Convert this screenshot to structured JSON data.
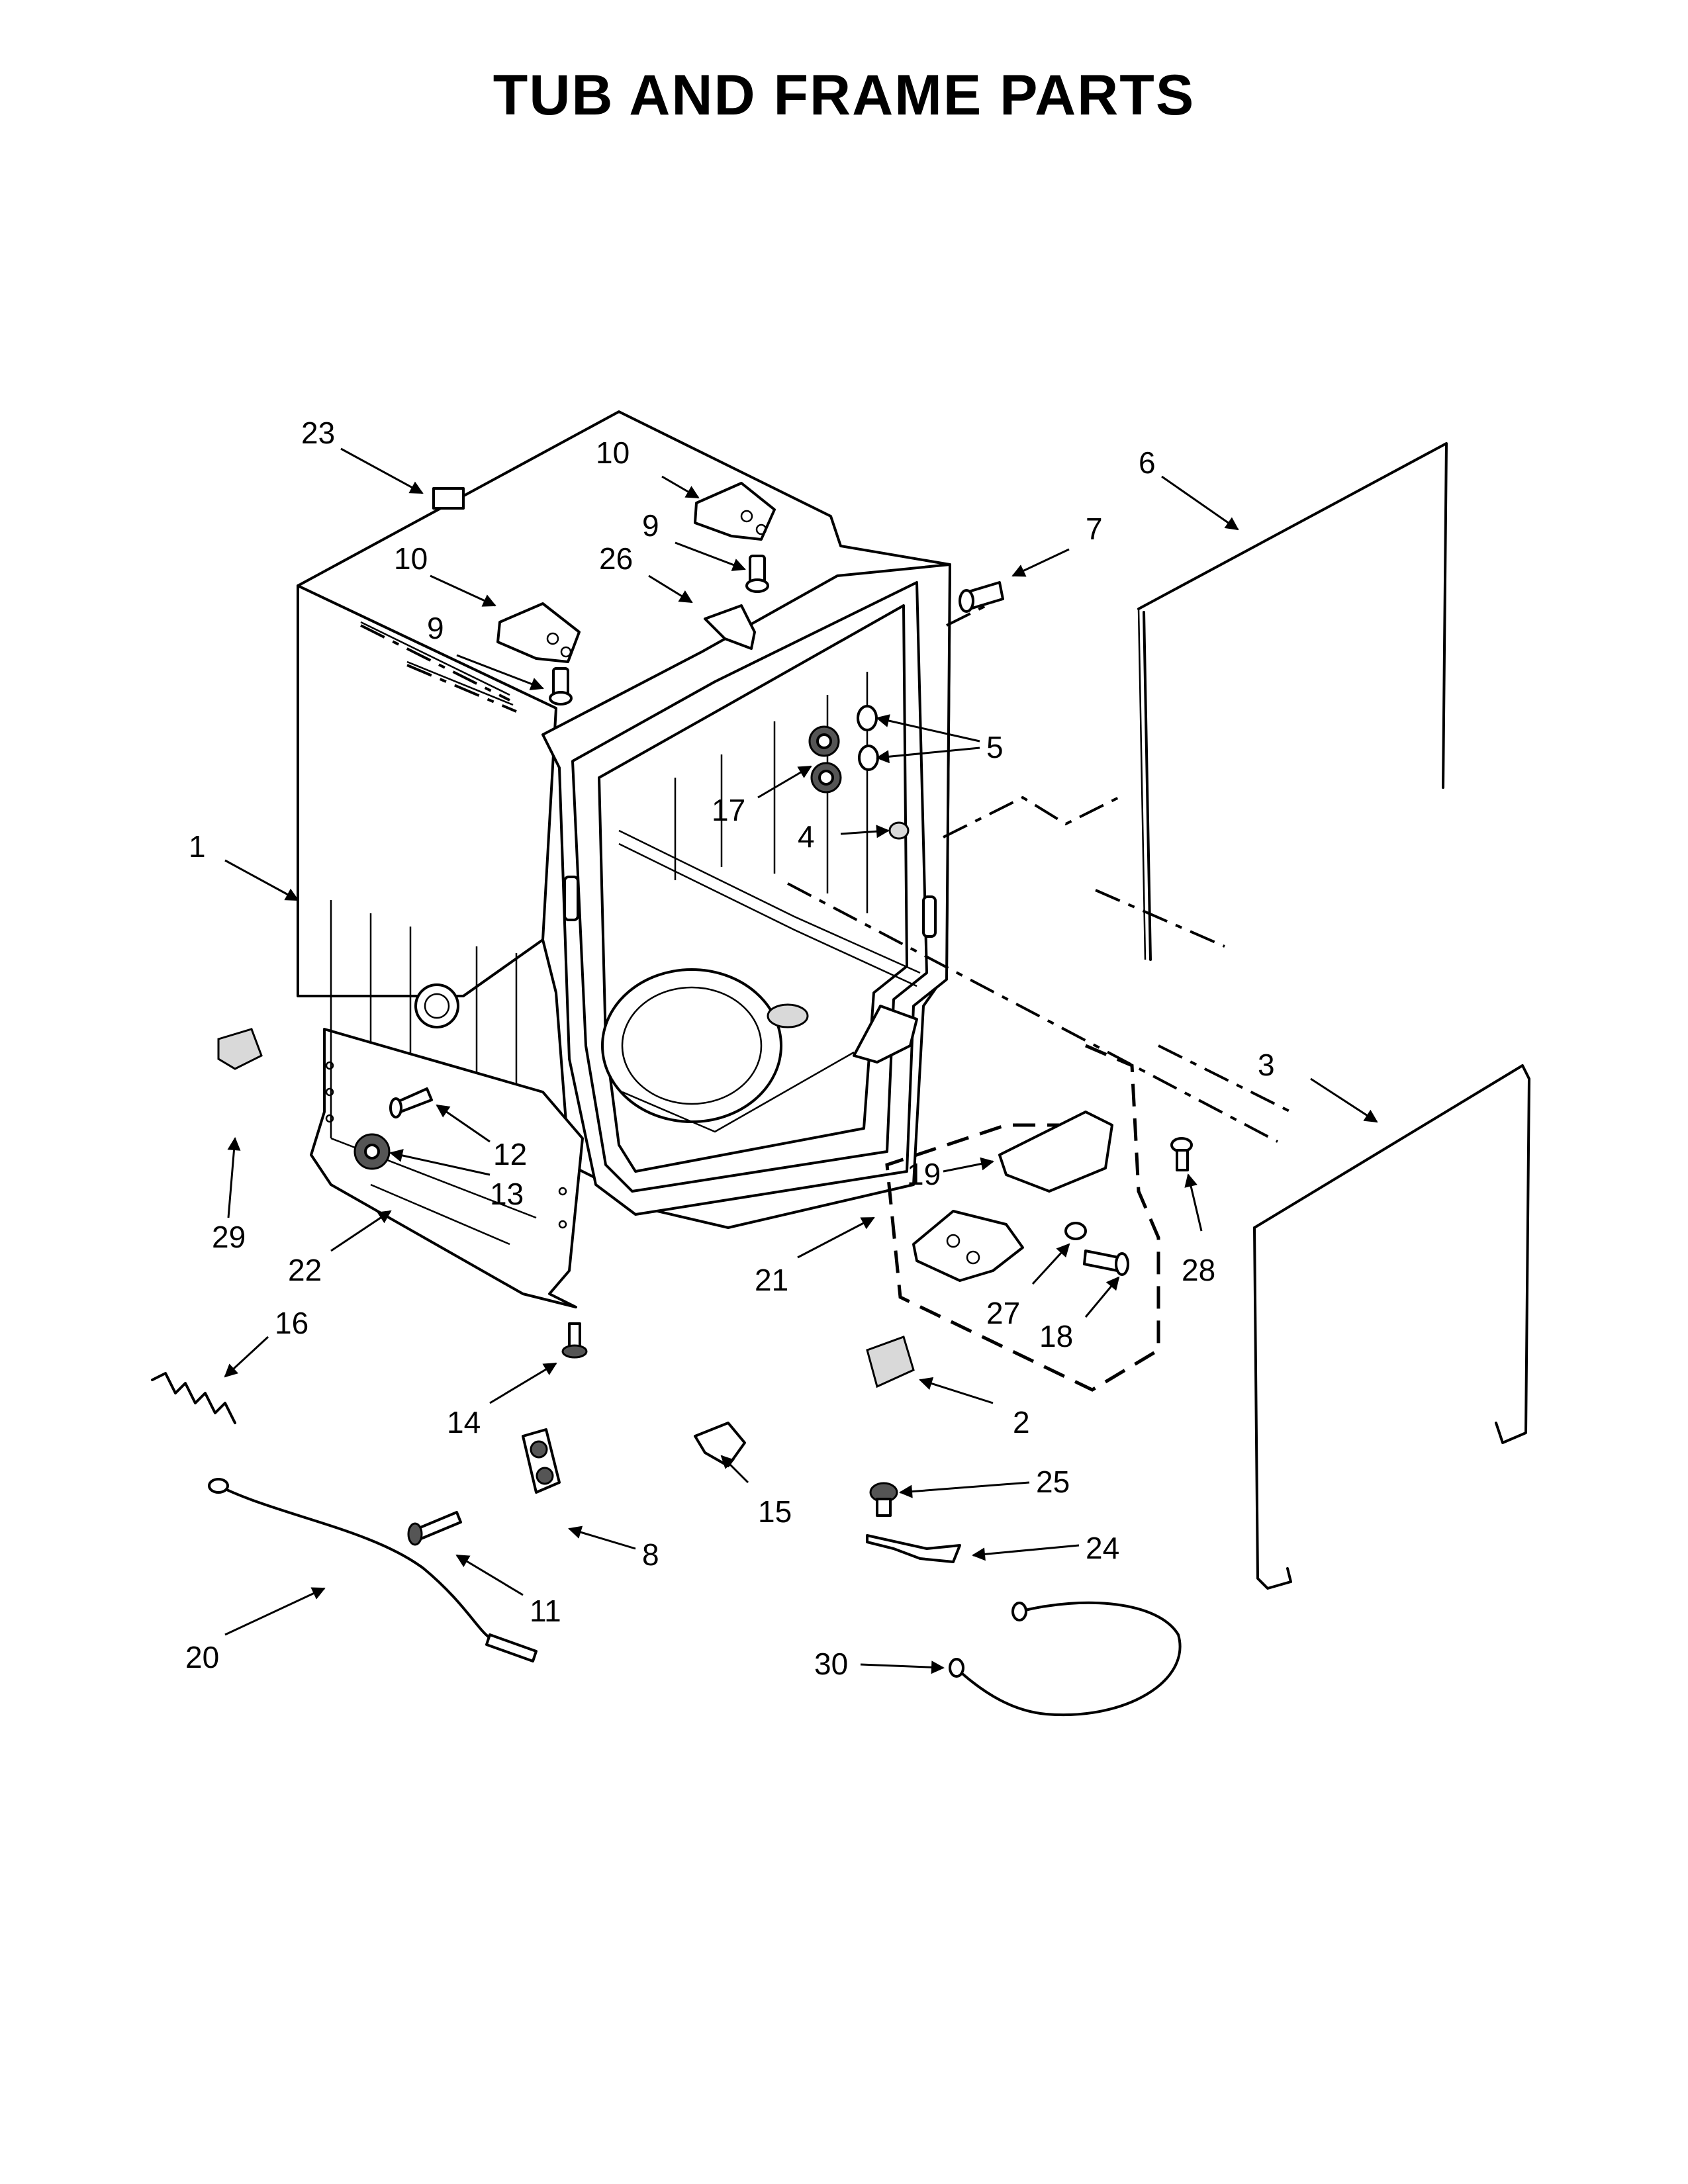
{
  "title": "TUB AND FRAME PARTS",
  "callouts": {
    "c1": "1",
    "c2": "2",
    "c3": "3",
    "c4": "4",
    "c5": "5",
    "c6": "6",
    "c7": "7",
    "c8": "8",
    "c9a": "9",
    "c9b": "9",
    "c10a": "10",
    "c10b": "10",
    "c11": "11",
    "c12": "12",
    "c13": "13",
    "c14": "14",
    "c15": "15",
    "c16": "16",
    "c17": "17",
    "c18": "18",
    "c19": "19",
    "c20": "20",
    "c21": "21",
    "c22": "22",
    "c23": "23",
    "c24": "24",
    "c25": "25",
    "c26": "26",
    "c27": "27",
    "c28": "28",
    "c29": "29",
    "c30": "30"
  }
}
